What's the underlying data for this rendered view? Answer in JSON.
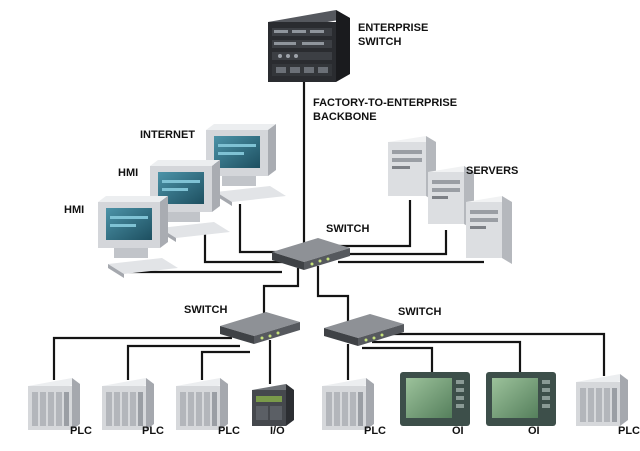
{
  "labels": {
    "enterprise_switch_line1": "ENTERPRISE",
    "enterprise_switch_line2": "SWITCH",
    "backbone_line1": "FACTORY-TO-ENTERPRISE",
    "backbone_line2": "BACKBONE",
    "internet": "INTERNET",
    "hmi_upper": "HMI",
    "hmi_lower": "HMI",
    "servers": "SERVERS",
    "switch_center": "SWITCH",
    "switch_left": "SWITCH",
    "switch_right": "SWITCH",
    "plc_1": "PLC",
    "plc_2": "PLC",
    "plc_3": "PLC",
    "io": "I/O",
    "plc_4": "PLC",
    "oi_1": "OI",
    "oi_2": "OI",
    "plc_5": "PLC"
  },
  "colors": {
    "cable": "#141414",
    "device_light": "#e3e4e6",
    "device_mid": "#b9bcc1",
    "device_dark": "#7d8086",
    "switch_body": "#4e5156",
    "enterprise_body": "#2a2c30",
    "screen": "#2b6a80",
    "oi_frame": "#3d4f4a",
    "oi_screen": "#6f9a74"
  }
}
